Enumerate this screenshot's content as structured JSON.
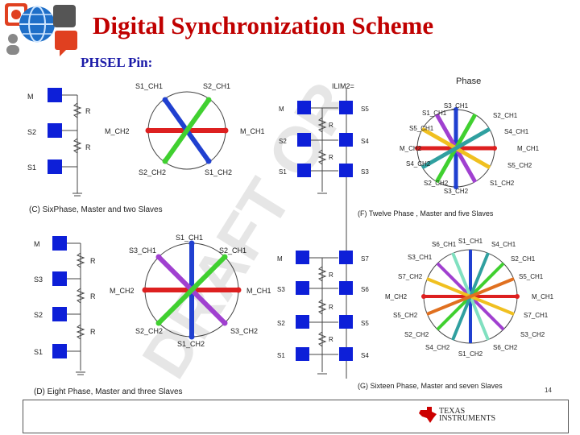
{
  "slide": {
    "title": "Digital Synchronization Scheme",
    "subtitle": "PHSEL Pin:",
    "page_number": "14",
    "ti_logo_line1": "TEXAS",
    "ti_logo_line2": "INSTRUMENTS"
  },
  "panel_c": {
    "caption": "(C) SixPhase, Master and two Slaves",
    "boxes": [
      "M",
      "S2",
      "S1"
    ],
    "resistors": [
      "R",
      "R"
    ],
    "spokes": [
      "S1_CH1",
      "S2_CH1",
      "M_CH2",
      "M_CH1",
      "S2_CH2",
      "S1_CH2"
    ]
  },
  "panel_d": {
    "caption": "(D) Eight Phase, Master and three Slaves",
    "boxes": [
      "M",
      "S3",
      "S2",
      "S1"
    ],
    "resistors": [
      "R",
      "R",
      "R"
    ],
    "spokes": [
      "S1_CH1",
      "S3_CH1",
      "S2_CH1",
      "M_CH2",
      "M_CH1",
      "S2_CH2",
      "S3_CH2",
      "S1_CH2"
    ]
  },
  "panel_f": {
    "caption": "(F) Twelve Phase , Master and five Slaves",
    "heading": "Phase",
    "ilim_label": "ILIM2=",
    "boxes_left": [
      "M",
      "S2",
      "S1"
    ],
    "boxes_right": [
      "S5",
      "S4",
      "S3"
    ],
    "resistors": [
      "R",
      "R"
    ],
    "spokes": [
      "S3_CH1",
      "S1_CH1",
      "S2_CH1",
      "S5_CH1",
      "S4_CH1",
      "M_CH2",
      "M_CH1",
      "S4_CH2",
      "S5_CH2",
      "S2_CH2",
      "S1_CH2",
      "S3_CH2"
    ]
  },
  "panel_g": {
    "caption": "(G) Sixteen Phase, Master and seven Slaves",
    "boxes_left": [
      "M",
      "S3",
      "S2",
      "S1"
    ],
    "boxes_right": [
      "S7",
      "S6",
      "S5",
      "S4"
    ],
    "resistors": [
      "R",
      "R",
      "R"
    ],
    "spokes": [
      "S1_CH1",
      "S6_CH1",
      "S4_CH1",
      "S3_CH1",
      "S2_CH1",
      "S7_CH2",
      "S5_CH1",
      "M_CH2",
      "M_CH1",
      "S5_CH2",
      "S7_CH1",
      "S2_CH2",
      "S3_CH2",
      "S4_CH2",
      "S6_CH2",
      "S1_CH2"
    ]
  },
  "watermark": "DRAFT OR",
  "colors": {
    "title": "#c00000",
    "box": "#0d1fd8",
    "red": "#dd2020",
    "blue": "#2040d0",
    "green": "#40d030",
    "purple": "#a040d0"
  }
}
